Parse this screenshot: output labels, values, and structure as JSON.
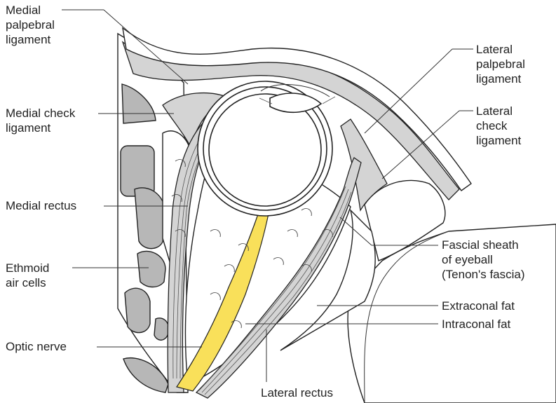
{
  "labels": {
    "medial_palpebral": [
      "Medial",
      "palpebral",
      "ligament"
    ],
    "medial_check": [
      "Medial check",
      "ligament"
    ],
    "medial_rectus": "Medial rectus",
    "ethmoid": [
      "Ethmoid",
      "air cells"
    ],
    "optic_nerve": "Optic nerve",
    "lateral_palpebral": [
      "Lateral",
      "palpebral",
      "ligament"
    ],
    "lateral_check": [
      "Lateral",
      "check",
      "ligament"
    ],
    "fascial_sheath": [
      "Fascial sheath",
      "of eyeball",
      "(Tenon's fascia)"
    ],
    "extraconal_fat": "Extraconal fat",
    "intraconal_fat": "Intraconal fat",
    "lateral_rectus": "Lateral rectus"
  },
  "colors": {
    "optic_nerve": "#f9e05a",
    "muscle": "#d4d4d4",
    "air_cells": "#b7b7b7"
  }
}
